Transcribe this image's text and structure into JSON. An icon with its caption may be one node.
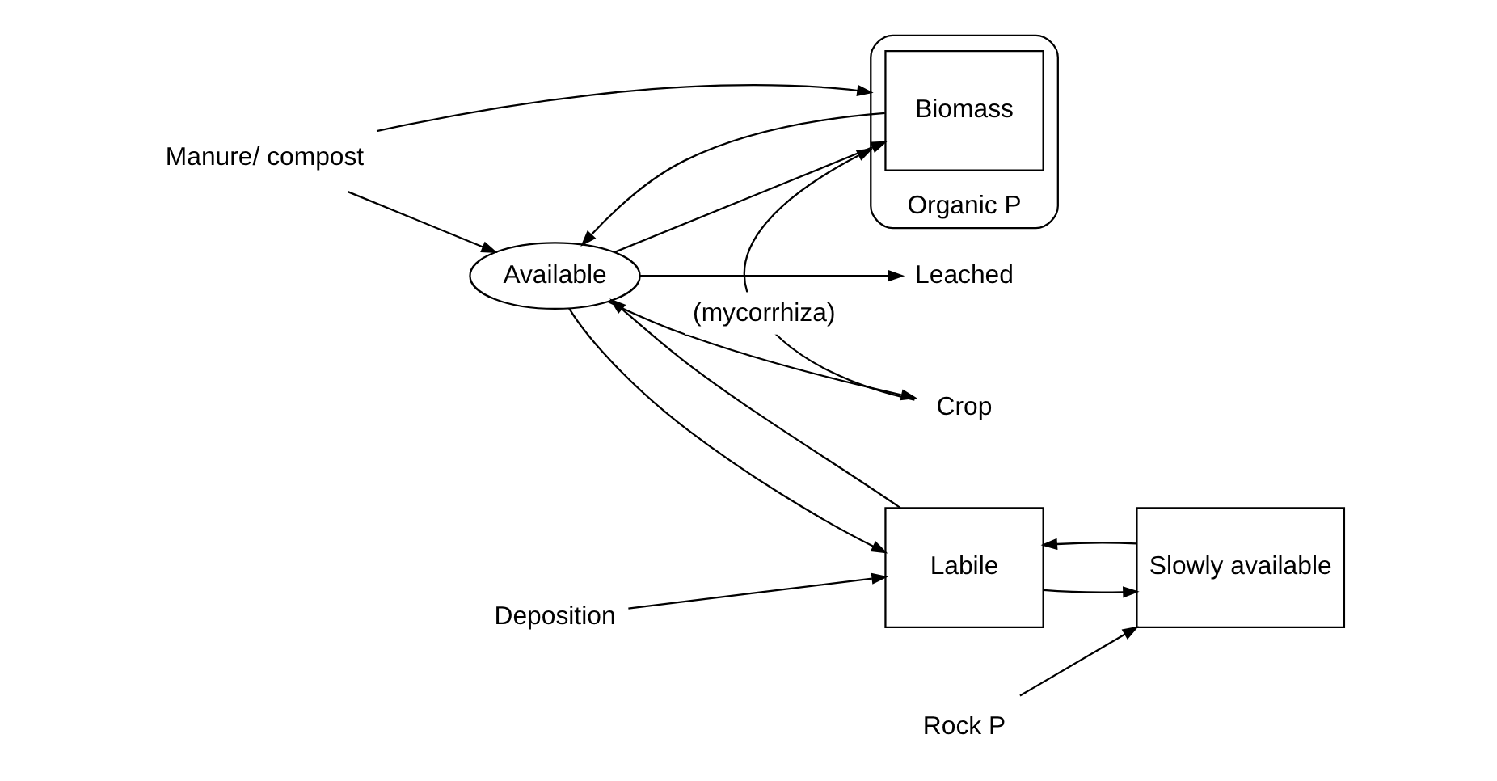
{
  "diagram": {
    "nodes": [
      {
        "text": [
          "Crop"
        ]
      },
      {
        "text": [
          "Manure/ compost"
        ]
      },
      {
        "text": [
          "Rock P"
        ]
      },
      {
        "text": [
          "Organic P"
        ]
      },
      {
        "text": [
          "Biomass"
        ],
        "in": 3
      },
      {
        "text": [
          "Available"
        ]
      },
      {
        "text": [
          "Labile"
        ]
      },
      {
        "text": [
          "Slowly available"
        ]
      },
      {
        "text": [
          "Leached"
        ]
      },
      {
        "text": [
          "Deposition"
        ]
      }
    ],
    "edges": [
      {
        "from": 1,
        "to": 3,
        "arrow": "to"
      },
      {
        "from": 0,
        "to": 3,
        "arrow": "to"
      },
      {
        "from": 1,
        "to": 5,
        "arrow": "to"
      },
      {
        "from": 5,
        "to": 0,
        "arrow": "to",
        "label": "(mycorrhiza)"
      },
      {
        "from": 4,
        "to": 5,
        "arrow": "to"
      },
      {
        "from": 5,
        "to": 4,
        "arrow": "to"
      },
      {
        "from": 5,
        "to": 6,
        "arrow": "to"
      },
      {
        "from": 6,
        "to": 5,
        "arrow": "to"
      },
      {
        "from": 6,
        "to": 7,
        "arrow": "to"
      },
      {
        "from": 7,
        "to": 6,
        "arrow": "to"
      },
      {
        "from": 2,
        "to": 7,
        "arrow": "to"
      },
      {
        "from": 5,
        "to": 8,
        "arrow": "to"
      },
      {
        "from": 9,
        "to": 6,
        "arrow": "to"
      }
    ]
  }
}
